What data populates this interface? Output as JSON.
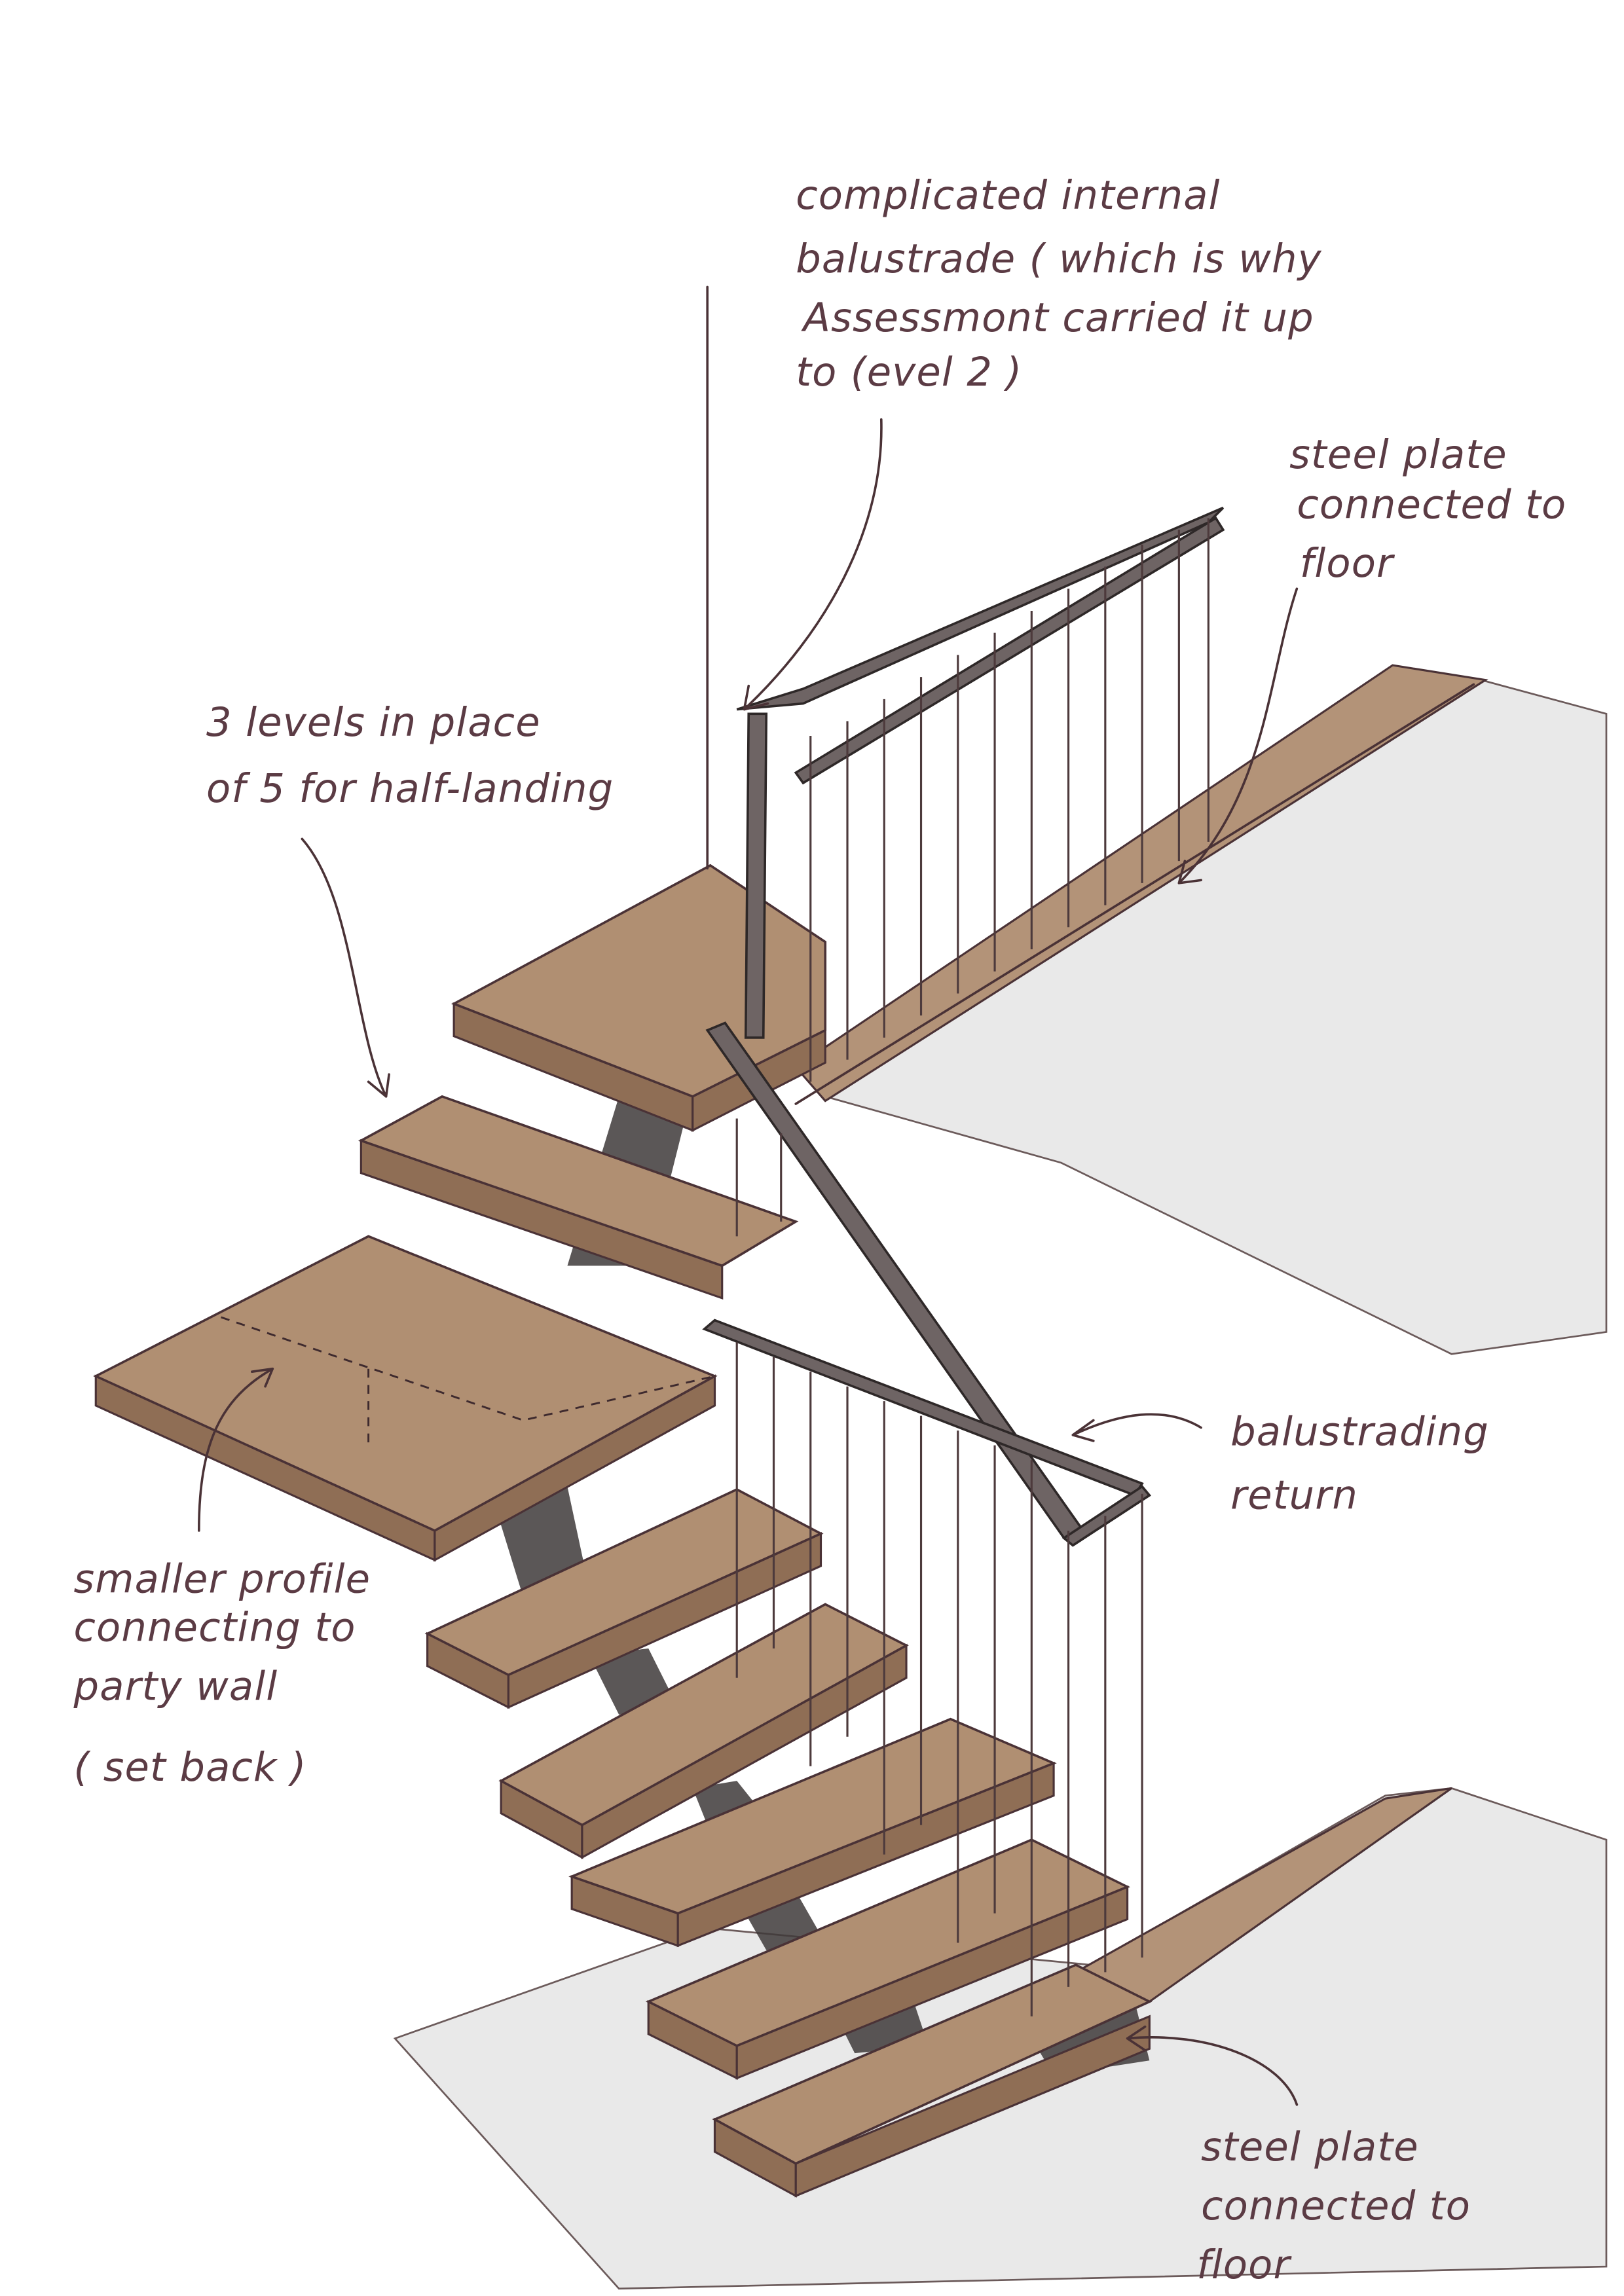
{
  "drawing": {
    "colors": {
      "ink": "#5b3b44",
      "timber": "#b08f72",
      "floor": "#e9e9e9",
      "steel": "#3e3a3a"
    },
    "annotations": {
      "balustrade_note": [
        "complicated internal",
        "balustrade ( which is why",
        "Assessmont carried it up",
        "to (evel 2 )"
      ],
      "steel_plate_upper": [
        "steel plate",
        "connected to",
        "floor"
      ],
      "half_landing": [
        "3 levels in place",
        "of 5 for half-landing"
      ],
      "balustrading_return": [
        "balustrading",
        "return"
      ],
      "smaller_profile": [
        "smaller profile",
        "connecting to",
        "party wall",
        "( set back )"
      ],
      "steel_plate_lower": [
        "steel plate",
        "connected to",
        "floor"
      ]
    }
  }
}
